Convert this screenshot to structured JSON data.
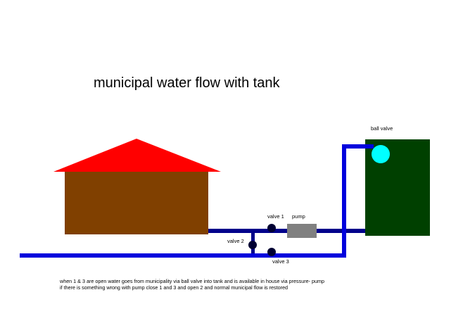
{
  "title": "municipal water flow with tank",
  "labels": {
    "ball_valve": "ball valve",
    "valve1": "valve 1",
    "valve2": "valve 2",
    "valve3": "valve 3",
    "pump": "pump"
  },
  "notes": [
    "when 1 & 3 are open water goes from municipality via ball valve into tank and is available in house via pressure- pump",
    "if there is something wrong with pump close 1 and 3 and open 2 and normal municipal flow is restored"
  ],
  "colors": {
    "roof": "#ff0000",
    "house": "#804000",
    "tank": "#004000",
    "ball_valve": "#00ffff",
    "pipe_main": "#0000dd",
    "pipe_house": "#00008b",
    "valve": "#000033",
    "pump": "#808080"
  }
}
